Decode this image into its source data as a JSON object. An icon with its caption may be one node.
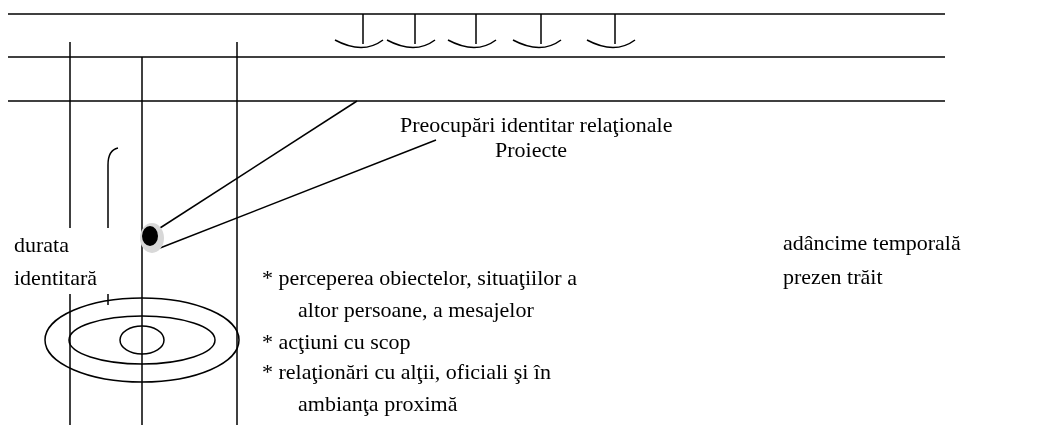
{
  "diagram": {
    "nodes": [
      {
        "text": [
          "Preocupări identitar relaţionale"
        ]
      },
      {
        "text": [],
        "shape": "circle"
      }
    ],
    "edges": [
      {
        "from": 0,
        "to": 1,
        "arrow": "none"
      },
      {
        "from": 1,
        "to": null,
        "arrow": "none"
      }
    ],
    "labels": [
      "Proiecte",
      "durata identitară",
      "adâncime temporală",
      "prezen trăit",
      "* perceperea obiectelor, situaţiilor a altor persoane, a mesajelor",
      "* acţiuni cu scop",
      "* relaţionări cu alţii, oficiali şi în ambianţa proximă"
    ]
  }
}
